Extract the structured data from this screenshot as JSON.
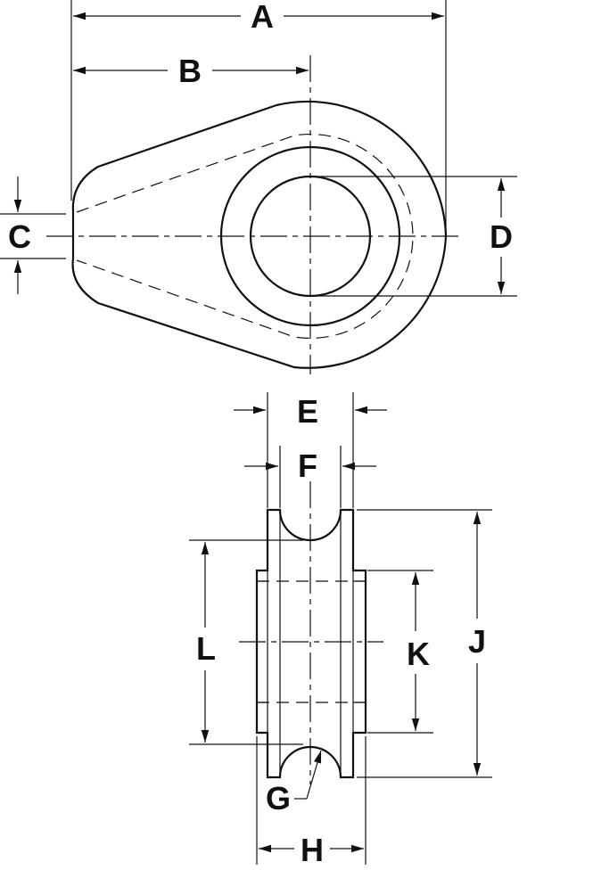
{
  "labels": {
    "A": "A",
    "B": "B",
    "C": "C",
    "D": "D",
    "E": "E",
    "F": "F",
    "G": "G",
    "H": "H",
    "J": "J",
    "K": "K",
    "L": "L"
  },
  "colors": {
    "line": "#111111",
    "background": "#ffffff"
  }
}
